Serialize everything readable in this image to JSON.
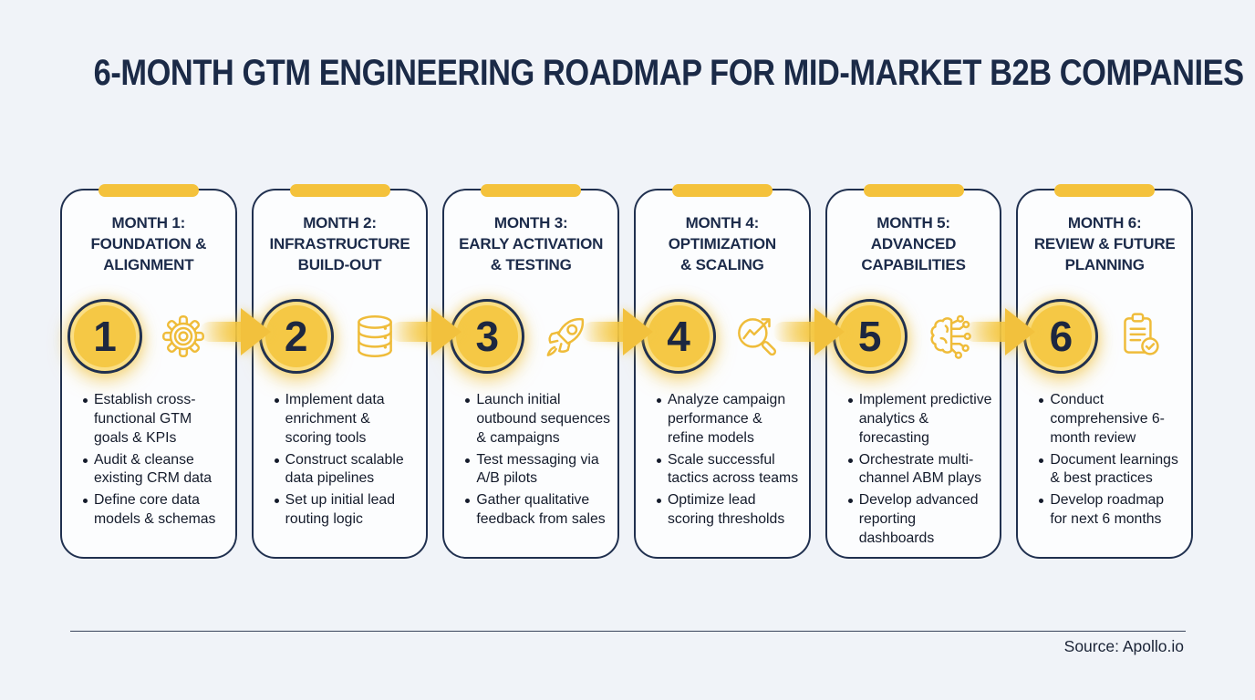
{
  "page": {
    "title": "6-MONTH GTM ENGINEERING ROADMAP FOR MID-MARKET B2B COMPANIES",
    "source": "Source: Apollo.io"
  },
  "colors": {
    "page_background": "#F0F3F8",
    "card_background": "#FCFDFE",
    "navy_border": "#20304F",
    "accent_yellow": "#F2C13D",
    "circle_fill": "#F5C845",
    "title_text": "#1B2A47",
    "body_text": "#141B2B"
  },
  "months": [
    {
      "number": "1",
      "label": "MONTH 1:",
      "name_lines": [
        "FOUNDATION &",
        "ALIGNMENT"
      ],
      "icon": "gear-icon",
      "bullets": [
        "Establish cross-functional GTM goals & KPIs",
        "Audit & cleanse existing CRM data",
        "Define core data models & schemas"
      ]
    },
    {
      "number": "2",
      "label": "MONTH 2:",
      "name_lines": [
        "INFRASTRUCTURE",
        "BUILD-OUT"
      ],
      "icon": "database-icon",
      "bullets": [
        "Implement data enrichment & scoring tools",
        "Construct scalable data pipelines",
        "Set up initial lead routing logic"
      ]
    },
    {
      "number": "3",
      "label": "MONTH 3:",
      "name_lines": [
        "EARLY ACTIVATION",
        "& TESTING"
      ],
      "icon": "rocket-icon",
      "bullets": [
        "Launch initial outbound sequences & campaigns",
        "Test messaging via A/B pilots",
        "Gather qualitative feedback from sales"
      ]
    },
    {
      "number": "4",
      "label": "MONTH 4:",
      "name_lines": [
        "OPTIMIZATION",
        "& SCALING"
      ],
      "icon": "magnifier-trend-icon",
      "bullets": [
        "Analyze campaign performance & refine models",
        "Scale successful tactics across teams",
        "Optimize lead scoring thresholds"
      ]
    },
    {
      "number": "5",
      "label": "MONTH 5:",
      "name_lines": [
        "ADVANCED",
        "CAPABILITIES"
      ],
      "icon": "brain-circuit-icon",
      "bullets": [
        "Implement predictive analytics & forecasting",
        "Orchestrate multi-channel ABM plays",
        "Develop advanced reporting dashboards"
      ]
    },
    {
      "number": "6",
      "label": "MONTH 6:",
      "name_lines": [
        "REVIEW & FUTURE",
        "PLANNING"
      ],
      "icon": "clipboard-check-icon",
      "bullets": [
        "Conduct comprehensive 6-month review",
        "Document learnings & best practices",
        "Develop roadmap for next 6 months"
      ]
    }
  ]
}
